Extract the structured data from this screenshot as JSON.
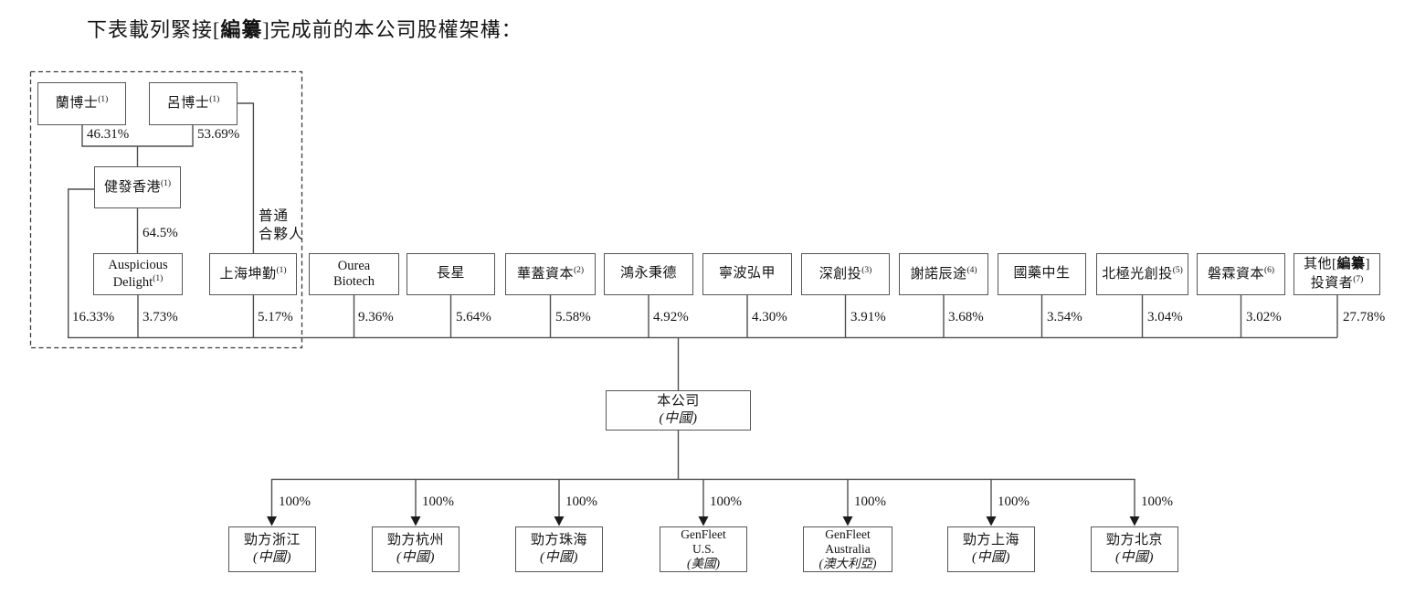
{
  "title": {
    "pre": "下表載列緊接[",
    "bold": "編纂",
    "post": "]完成前的本公司股權架構："
  },
  "nodes": {
    "lan": {
      "name": "蘭博士",
      "sup": "(1)"
    },
    "lyu": {
      "name": "呂博士",
      "sup": "(1)"
    },
    "jianfa": {
      "name": "健發香港",
      "sup": "(1)"
    },
    "auspicious": {
      "line1": "Auspicious",
      "line2": "Delight",
      "sup": "(1)"
    },
    "kunqin": {
      "name": "上海坤勤",
      "sup": "(1)"
    },
    "ourea": {
      "line1": "Ourea",
      "line2": "Biotech"
    },
    "changxing": {
      "name": "長星"
    },
    "huagai": {
      "name": "華蓋資本",
      "sup": "(2)"
    },
    "hongyong": {
      "name": "鴻永秉德"
    },
    "ningbo": {
      "name": "寧波弘甲"
    },
    "shenchuangtou": {
      "name": "深創投",
      "sup": "(3)"
    },
    "xienuo": {
      "name": "謝諾辰途",
      "sup": "(4)"
    },
    "guoyao": {
      "name": "國藥中生"
    },
    "beijiguang": {
      "name": "北極光創投",
      "sup": "(5)"
    },
    "panlin": {
      "name": "磐霖資本",
      "sup": "(6)"
    },
    "others": {
      "pre": "其他[",
      "bold": "編纂",
      "post": "]",
      "line2": "投資者",
      "sup": "(7)"
    },
    "company": {
      "name": "本公司",
      "country": "(中國)"
    },
    "subs": [
      {
        "name": "勁方浙江",
        "country": "(中國)"
      },
      {
        "name": "勁方杭州",
        "country": "(中國)"
      },
      {
        "name": "勁方珠海",
        "country": "(中國)"
      },
      {
        "line1": "GenFleet",
        "line2": "U.S.",
        "country": "(美國)"
      },
      {
        "line1": "GenFleet",
        "line2": "Australia",
        "country": "(澳大利亞)"
      },
      {
        "name": "勁方上海",
        "country": "(中國)"
      },
      {
        "name": "勁方北京",
        "country": "(中國)"
      }
    ]
  },
  "edges": {
    "lan_to_jianfa": "46.31%",
    "lyu_to_jianfa": "53.69%",
    "jianfa_to_auspicious": "64.5%",
    "gp_line1": "普通",
    "gp_line2": "合夥人",
    "jianfa_to_company": "16.33%",
    "auspicious_to_company": "3.73%",
    "kunqin_to_company": "5.17%",
    "ourea_to_company": "9.36%",
    "changxing_to_company": "5.64%",
    "huagai_to_company": "5.58%",
    "hongyong_to_company": "4.92%",
    "ningbo_to_company": "4.30%",
    "shenchuangtou_to_company": "3.91%",
    "xienuo_to_company": "3.68%",
    "guoyao_to_company": "3.54%",
    "beijiguang_to_company": "3.04%",
    "panlin_to_company": "3.02%",
    "others_to_company": "27.78%",
    "sub_pcts": [
      "100%",
      "100%",
      "100%",
      "100%",
      "100%",
      "100%",
      "100%"
    ]
  }
}
